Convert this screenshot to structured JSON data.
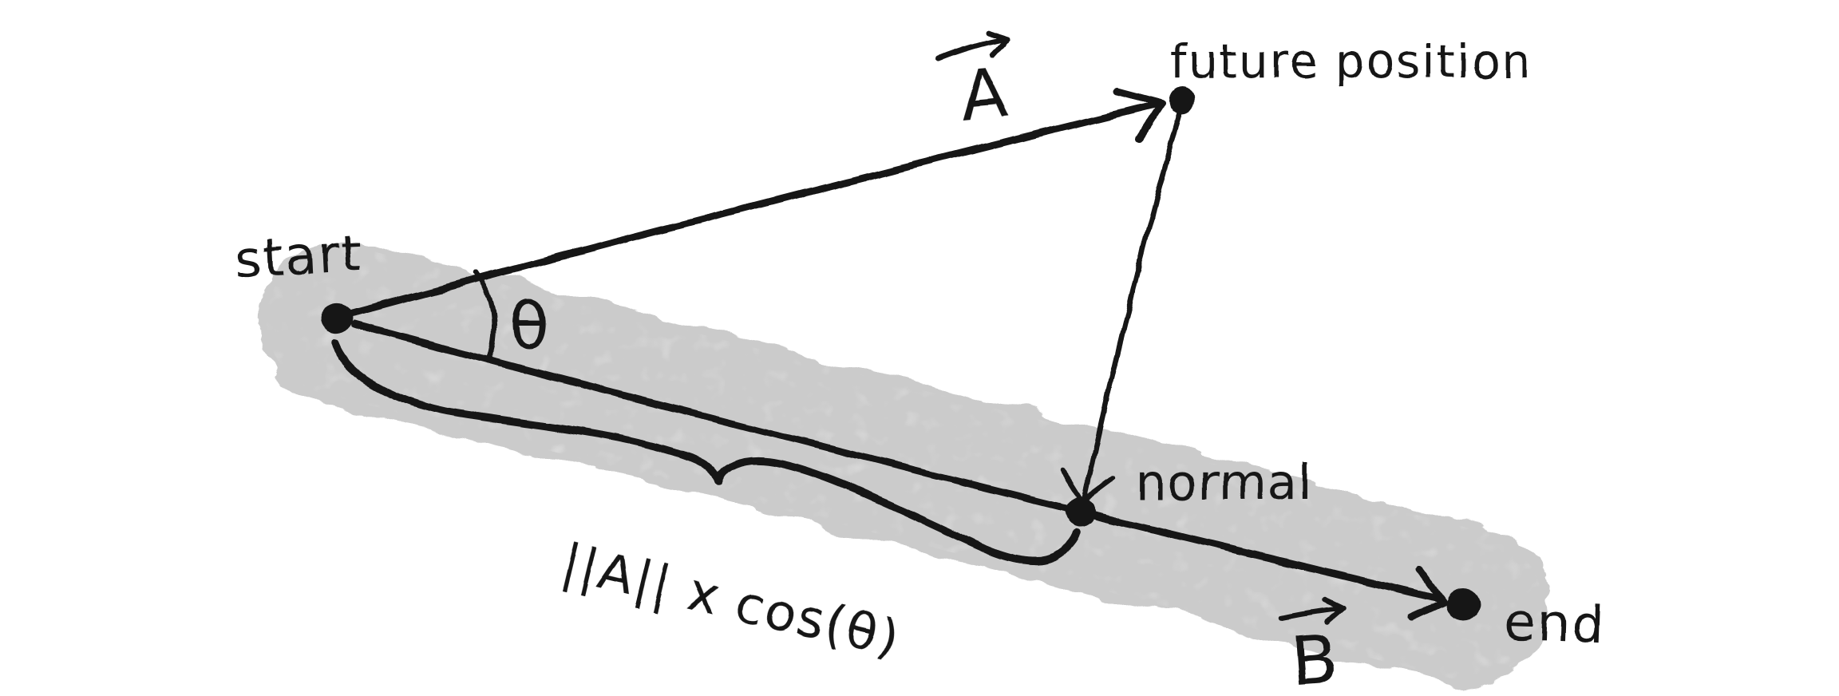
{
  "diagram": {
    "labels": {
      "start": "start",
      "future_position": "future position",
      "vector_a": "A",
      "vector_b": "B",
      "theta": "θ",
      "normal": "normal",
      "end": "end",
      "projection_formula": "||A|| x cos(θ)"
    },
    "colors": {
      "ink": "#161616",
      "path-gray": "#cbcbcb",
      "background": "#ffffff"
    }
  }
}
